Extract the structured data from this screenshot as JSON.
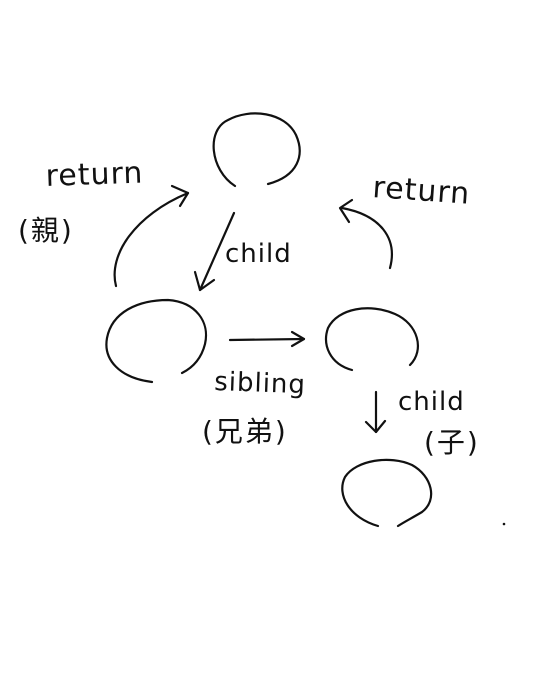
{
  "diagram": {
    "labels": {
      "return_left": "return",
      "parent_note": "(親)",
      "child_top": "child",
      "return_right": "return",
      "sibling": "sibling",
      "sibling_note": "(兄弟)",
      "child_right": "child",
      "child_note": "(子)"
    },
    "colors": {
      "ink": "#111111",
      "paper": "#ffffff"
    }
  }
}
